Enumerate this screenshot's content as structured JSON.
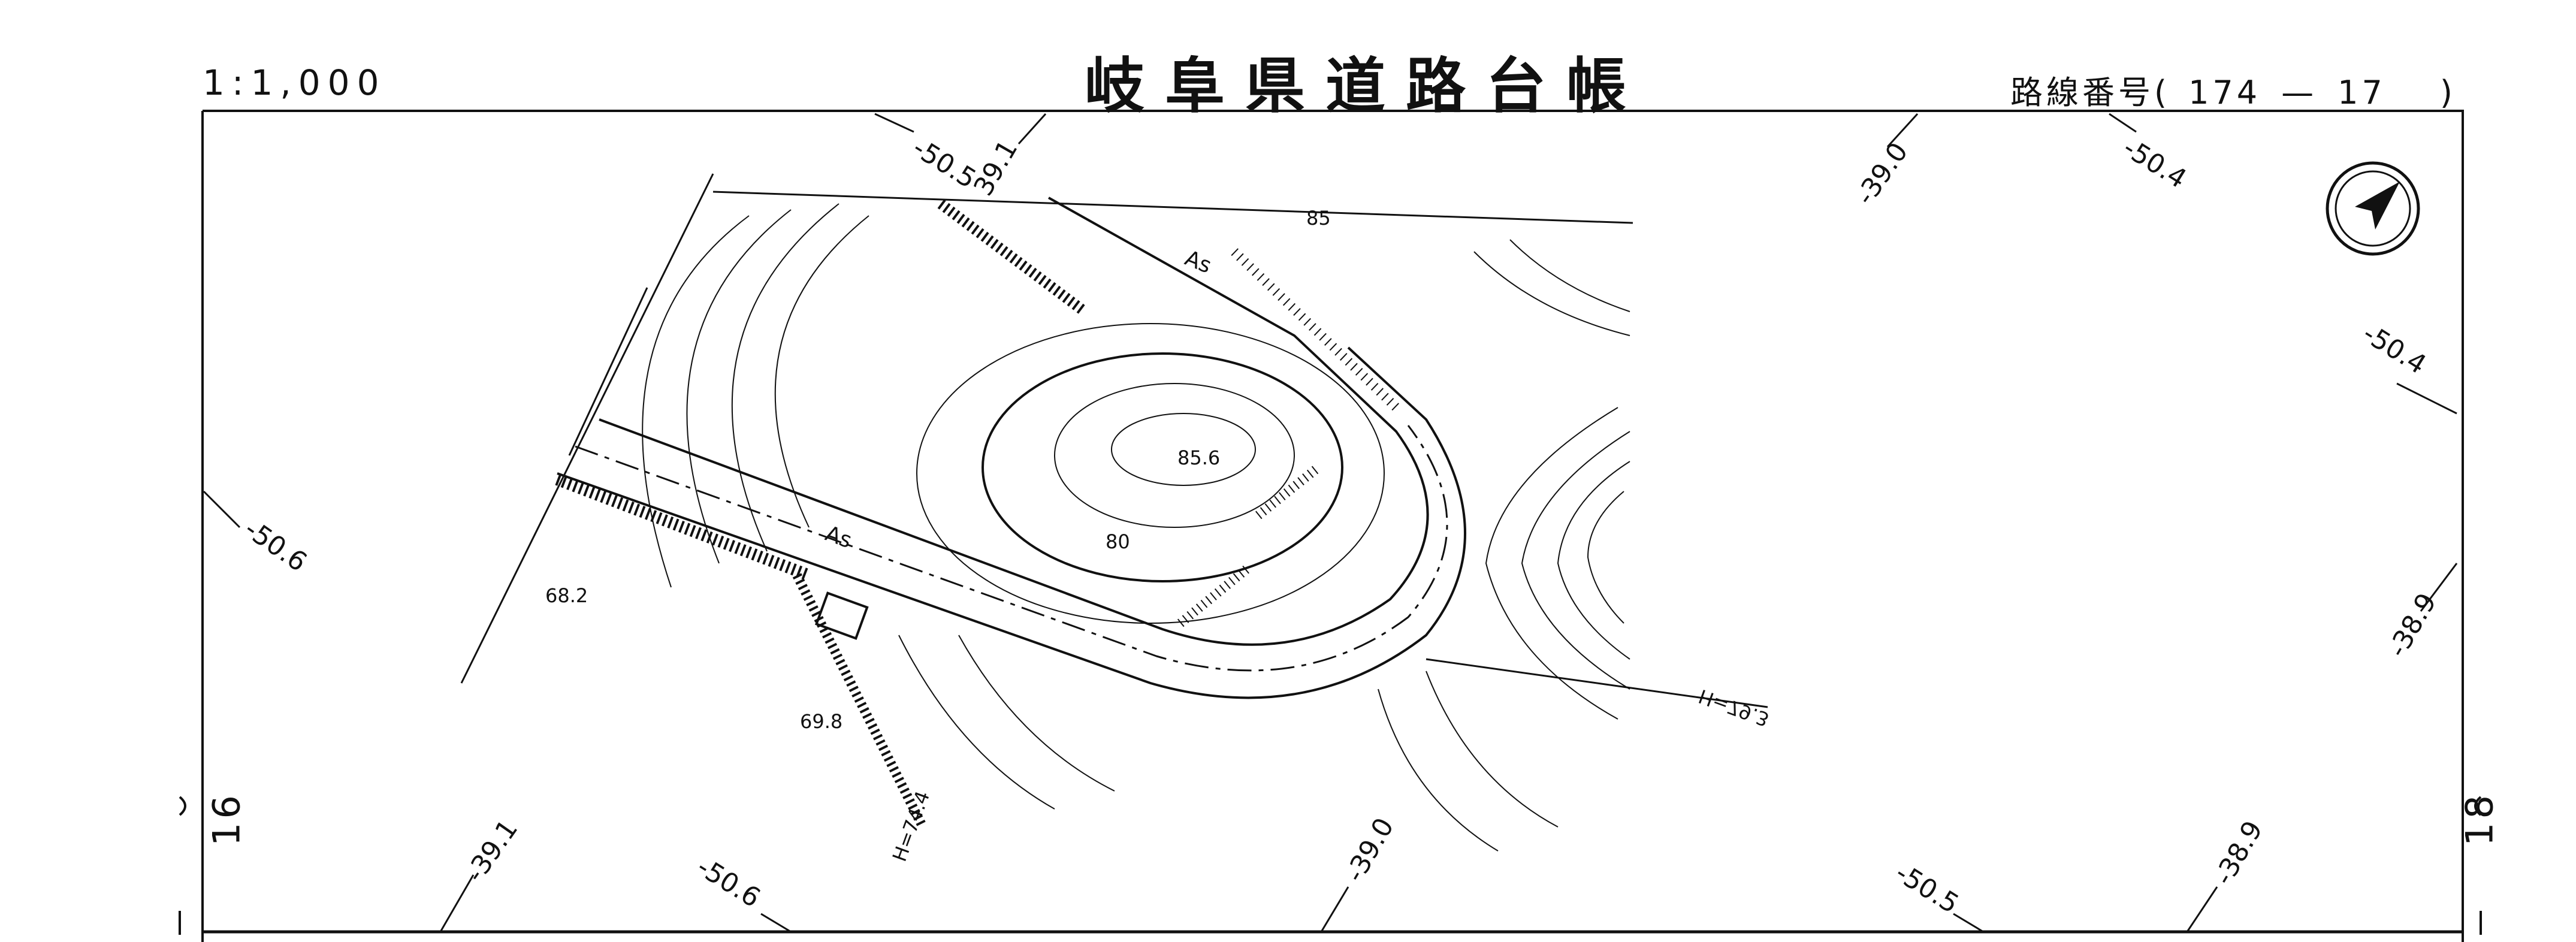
{
  "header": {
    "scale": "1:1,000",
    "title": "岐阜県道路台帳",
    "route_label": "路線番号(",
    "route_number": "174",
    "route_sep": "—",
    "route_section": "17",
    "route_close": ")"
  },
  "sheet_numbers": {
    "left": "16",
    "right": "18"
  },
  "grid_labels": [
    "-50.5",
    "39.1",
    "-39.0",
    "-50.4",
    "-50.4",
    "-50.6",
    "-38.9",
    "-39.1",
    "-50.6",
    "-39.0",
    "-50.5",
    "-38.9"
  ],
  "spot_heights": [
    "85.6",
    "68.2",
    "69.8"
  ],
  "contour_labels": [
    "80",
    "85"
  ],
  "road_labels": [
    "As",
    "As"
  ],
  "misc_labels": [
    "H=79.3",
    "H=74.4"
  ],
  "north_arrow": "north-arrow-icon"
}
